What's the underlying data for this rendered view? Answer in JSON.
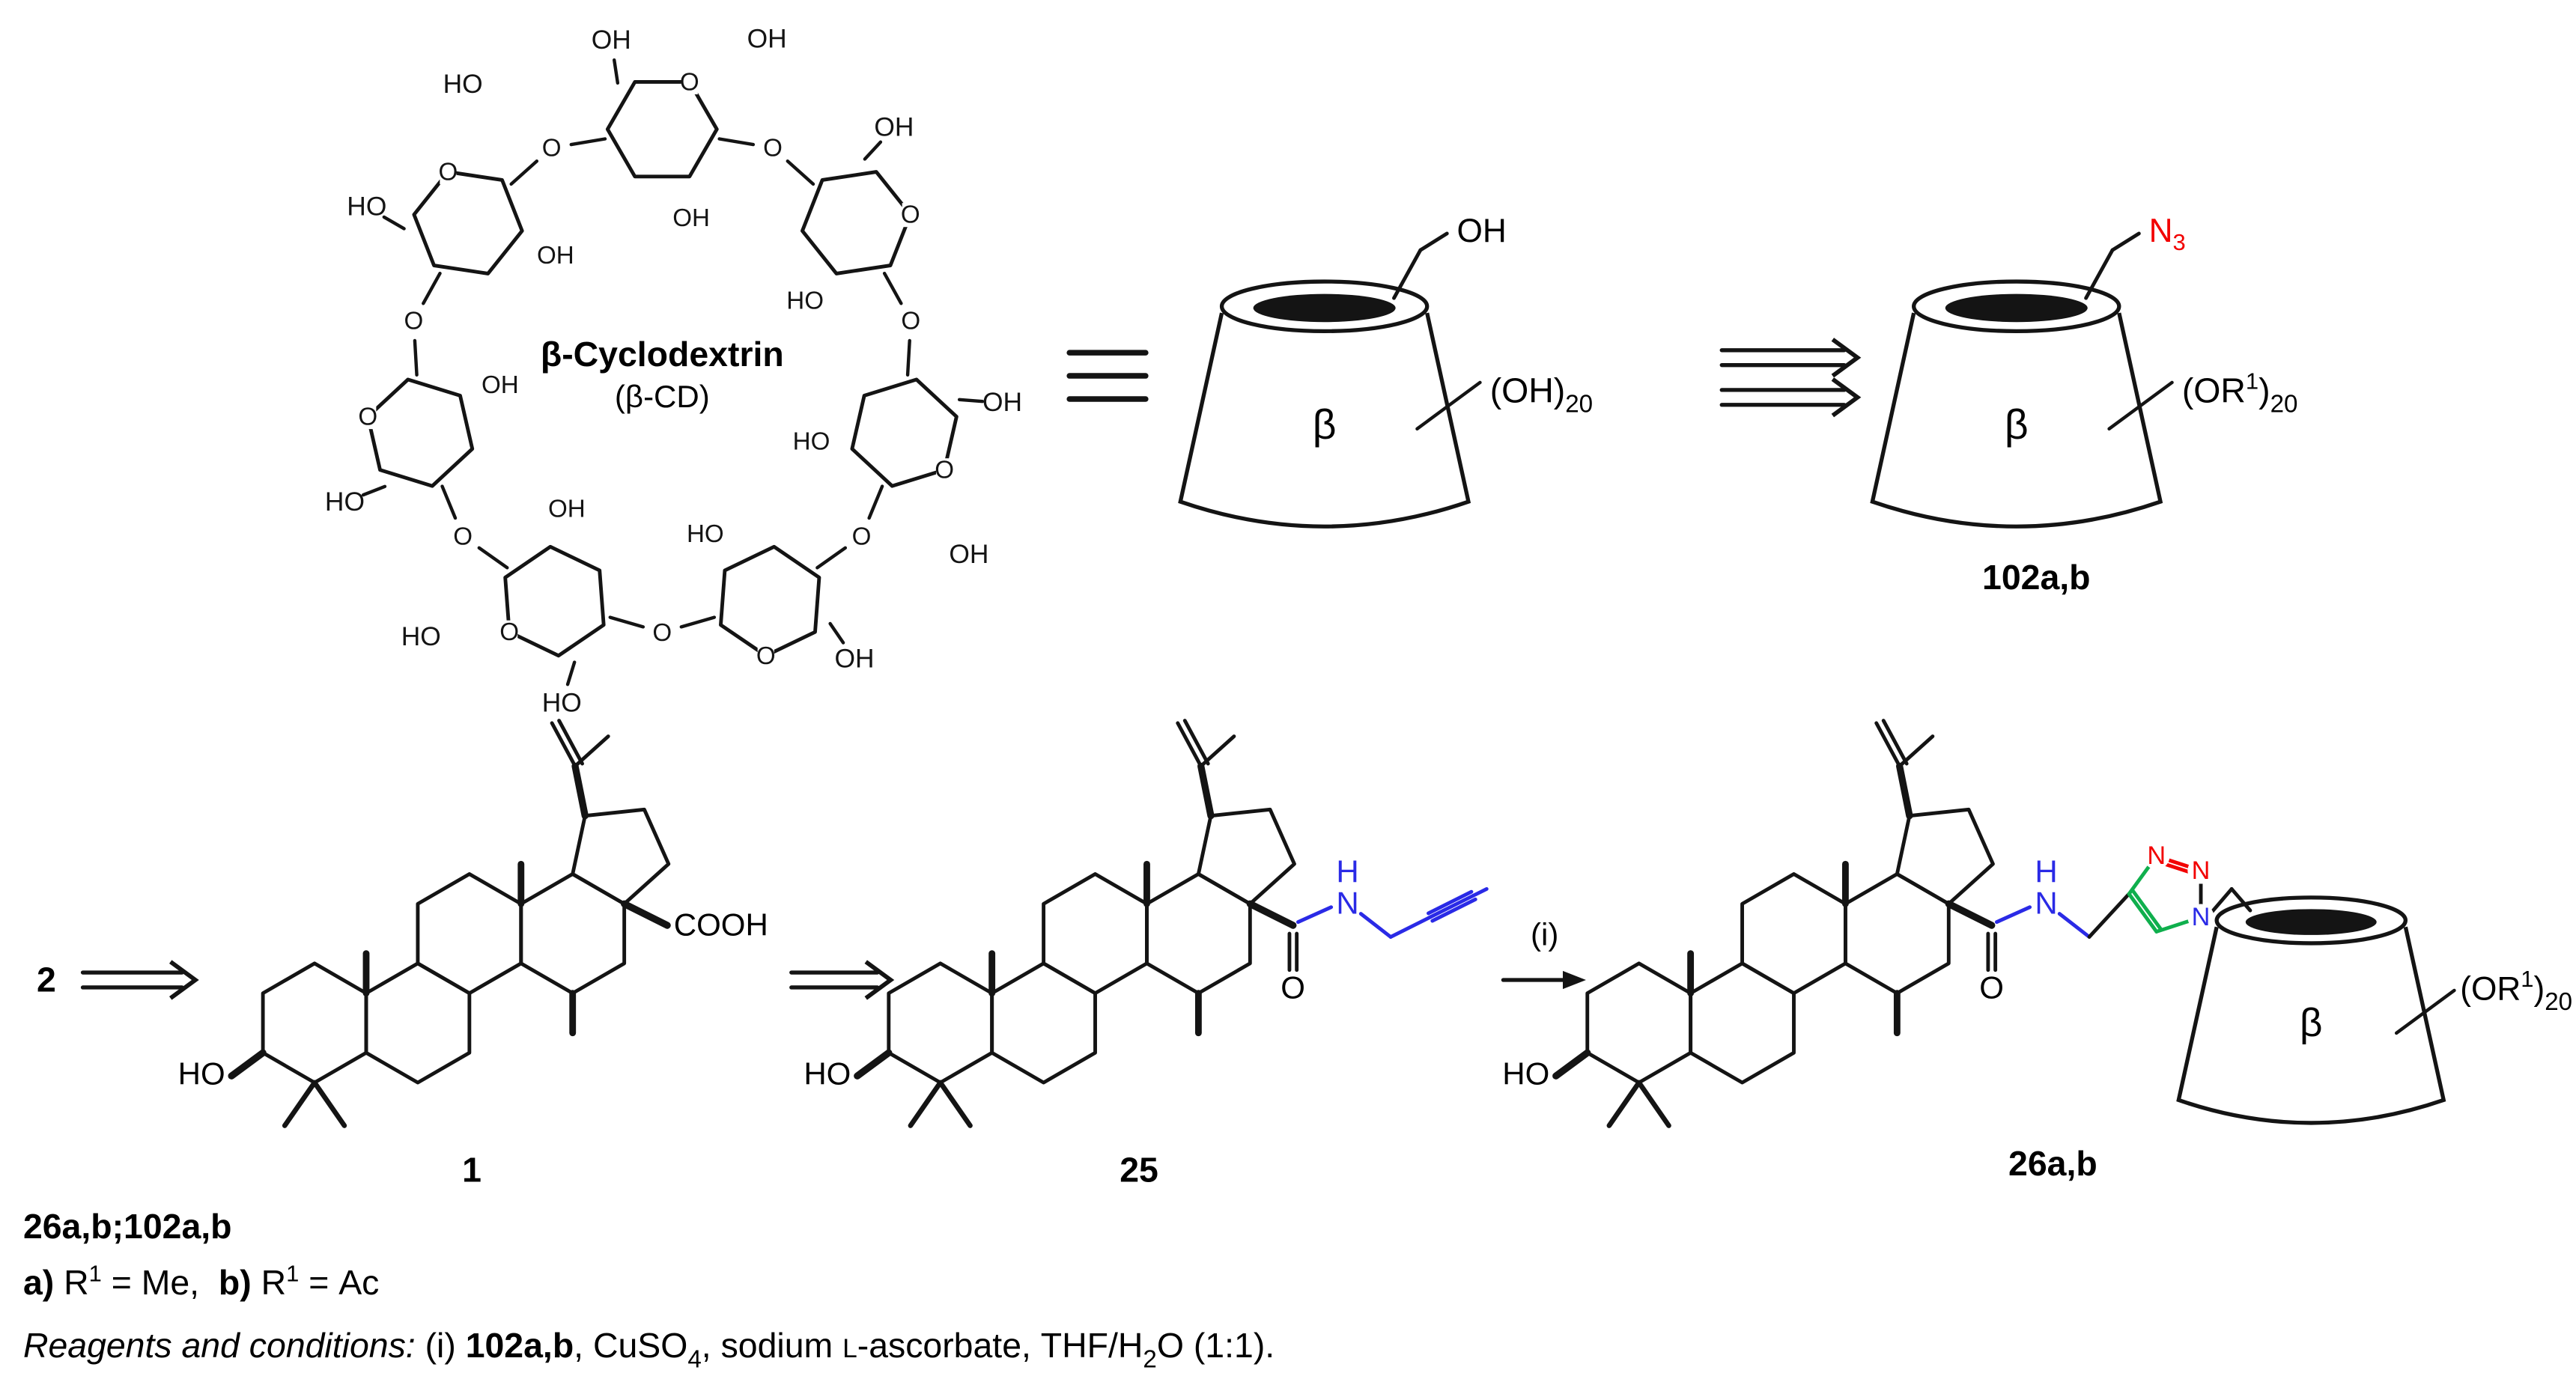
{
  "colors": {
    "black": "#141414",
    "red": "#f20000",
    "blue": "#2a2ae6",
    "green": "#0faf4d"
  },
  "cyclodextrin": {
    "title": "β-Cyclodextrin",
    "subtitle": "(β-CD)"
  },
  "labels": {
    "oh": "OH",
    "ho": "HO",
    "o": "O",
    "n": "N",
    "h": "H",
    "beta": "β",
    "cooh": "COOH",
    "n3_n": "N",
    "n3_sub": "3",
    "oh20_main": "(OH)",
    "oh20_sub": "20",
    "or1_a": "(OR",
    "or1_sup": "1",
    "or1_b": ")",
    "or1_sub": "20"
  },
  "compounds": {
    "c2": "2",
    "c1": "1",
    "c25": "25",
    "c26": "26a,b",
    "c102": "102a,b"
  },
  "step": {
    "label": "(i)"
  },
  "footnotes": {
    "line1": "26a,b;102a,b",
    "line2": {
      "a": "a)",
      "r1": " R",
      "sup": "1",
      "eq_me": " = Me,  ",
      "b": "b)",
      "r2": " R",
      "eq_ac": " = Ac"
    },
    "line3": {
      "italic": "Reagents and conditions:",
      "pre": " (i) ",
      "bold": "102a,b",
      "t1": ", CuSO",
      "sub4": "4",
      "t2": ", sodium ",
      "lsc": "L",
      "t3": "-ascorbate, THF/H",
      "sub2": "2",
      "t4": "O (1:1)."
    }
  }
}
